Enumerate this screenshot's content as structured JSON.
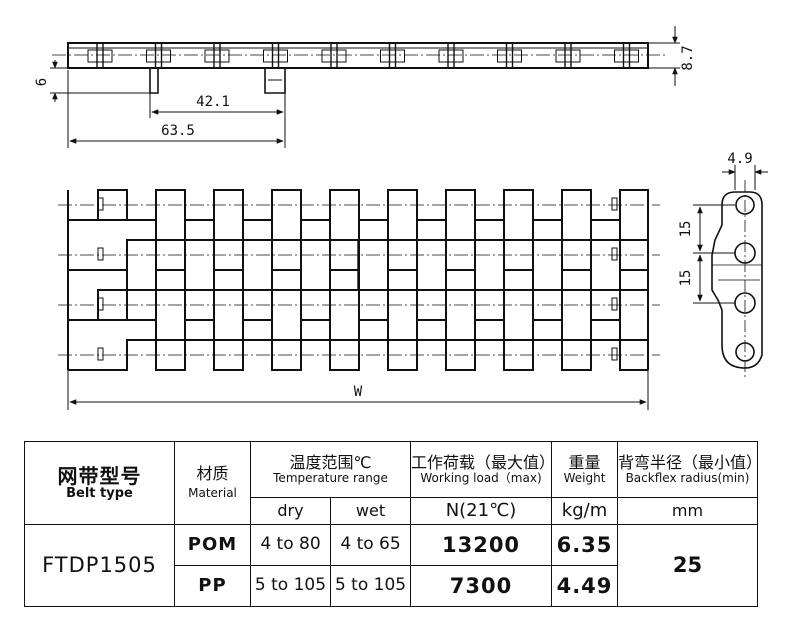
{
  "drawing": {
    "dimensions": {
      "thickness_total": "8.7",
      "tab_height": "6",
      "pitch_inner": "42.1",
      "pitch_outer": "63.5",
      "side_width": "4.9",
      "side_pitch_upper": "15",
      "side_pitch_lower": "15",
      "belt_width": "W"
    }
  },
  "table": {
    "header": {
      "model_zh": "网带型号",
      "model_en": "Belt type",
      "material_zh": "材质",
      "material_en": "Material",
      "temp_zh": "温度范围℃",
      "temp_en": "Temperature range",
      "load_zh": "工作荷载（最大值）",
      "load_en": "Working load（max)",
      "weight_zh": "重量",
      "weight_en": "Weight",
      "radius_zh": "背弯半径（最小值）",
      "radius_en": "Backflex radius(min)"
    },
    "units": {
      "dry": "dry",
      "wet": "wet",
      "load": "N(21℃)",
      "weight": "kg/m",
      "radius": "mm"
    },
    "model": "FTDP1505",
    "radius_value": "25",
    "rows": [
      {
        "material": "POM",
        "dry": "4 to 80",
        "wet": "4 to 65",
        "load": "13200",
        "weight": "6.35"
      },
      {
        "material": "PP",
        "dry": "5 to 105",
        "wet": "5 to 105",
        "load": "7300",
        "weight": "4.49"
      }
    ]
  }
}
